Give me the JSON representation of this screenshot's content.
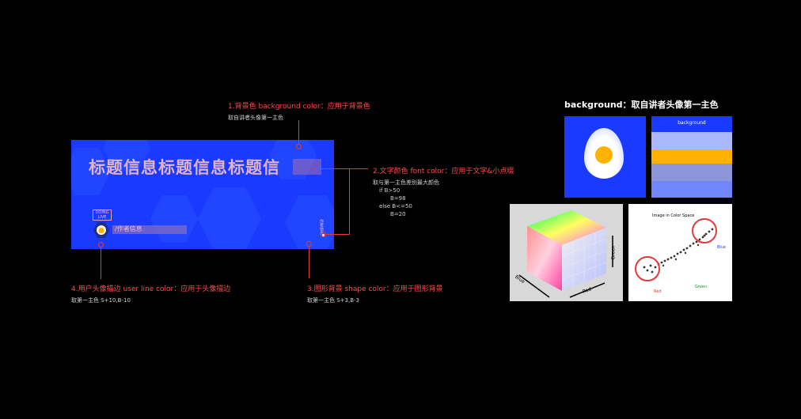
{
  "banner": {
    "title": "标题信息标题信息标题信",
    "badge": "DOING\nLIVE",
    "author": "/作者信息",
    "vertical_text": "作者信息"
  },
  "annotations": {
    "bg": {
      "title": "1.背景色 background color：应用于背景色",
      "sub": "取自讲者头像第一主色"
    },
    "font": {
      "title": "2.文字颜色 font color：应用于文字&小点缀",
      "lines": [
        "取与第一主色差别最大颜色",
        "if B>50",
        "B=98",
        "else B<=50",
        "B=20"
      ]
    },
    "shape": {
      "title": "3.图形背景 shape color：应用于图形背景",
      "sub": "取第一主色 S+3,B-3"
    },
    "user": {
      "title": "4.用户头像描边 user line color：应用于头像描边",
      "sub": "取第一主色 S+10,B-10"
    }
  },
  "right": {
    "title": "background：取自讲者头像第一主色",
    "palette_label": "background",
    "palette_colors": [
      "#1a3bff",
      "#aab8ff",
      "#ffb300",
      "#8c96d8",
      "#6f86ff"
    ],
    "cube_labels": {
      "blue": "Blue",
      "red": "Red",
      "green": "Green"
    },
    "scatter": {
      "title": "Image in Color Space",
      "red": "Red",
      "green": "Green",
      "blue": "Blue"
    }
  },
  "colors": {
    "background": "#000000",
    "banner": "#1a3bff",
    "annotation": "#e23a3a"
  }
}
